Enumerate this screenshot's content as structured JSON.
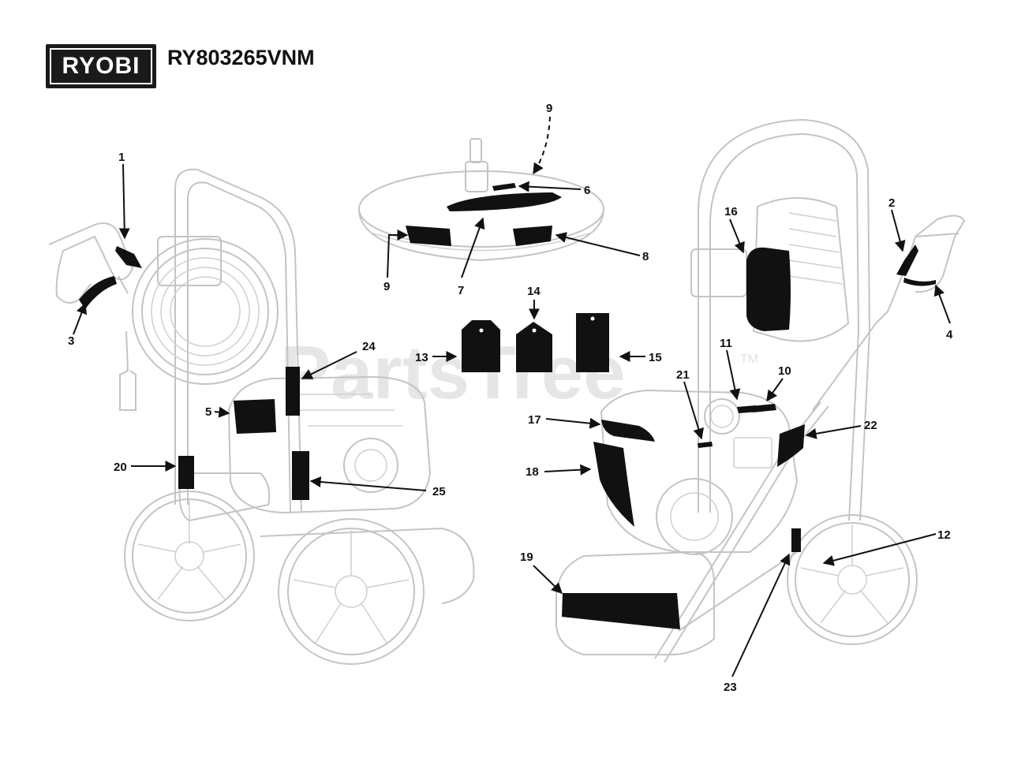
{
  "header": {
    "brand": "RYOBI",
    "model": "RY803265VNM"
  },
  "watermark": {
    "text": "PartsTree",
    "mark": "TM"
  },
  "callouts": {
    "c1": "1",
    "c2": "2",
    "c3": "3",
    "c4": "4",
    "c5": "5",
    "c6": "6",
    "c7": "7",
    "c8": "8",
    "c9a": "9",
    "c9b": "9",
    "c10": "10",
    "c11": "11",
    "c12": "12",
    "c13": "13",
    "c14": "14",
    "c15": "15",
    "c16": "16",
    "c17": "17",
    "c18": "18",
    "c19": "19",
    "c20": "20",
    "c21": "21",
    "c22": "22",
    "c23": "23",
    "c24": "24",
    "c25": "25"
  },
  "colors": {
    "decal": "#111111",
    "outline": "#c4c4c4",
    "watermark": "#e6e6e6"
  }
}
